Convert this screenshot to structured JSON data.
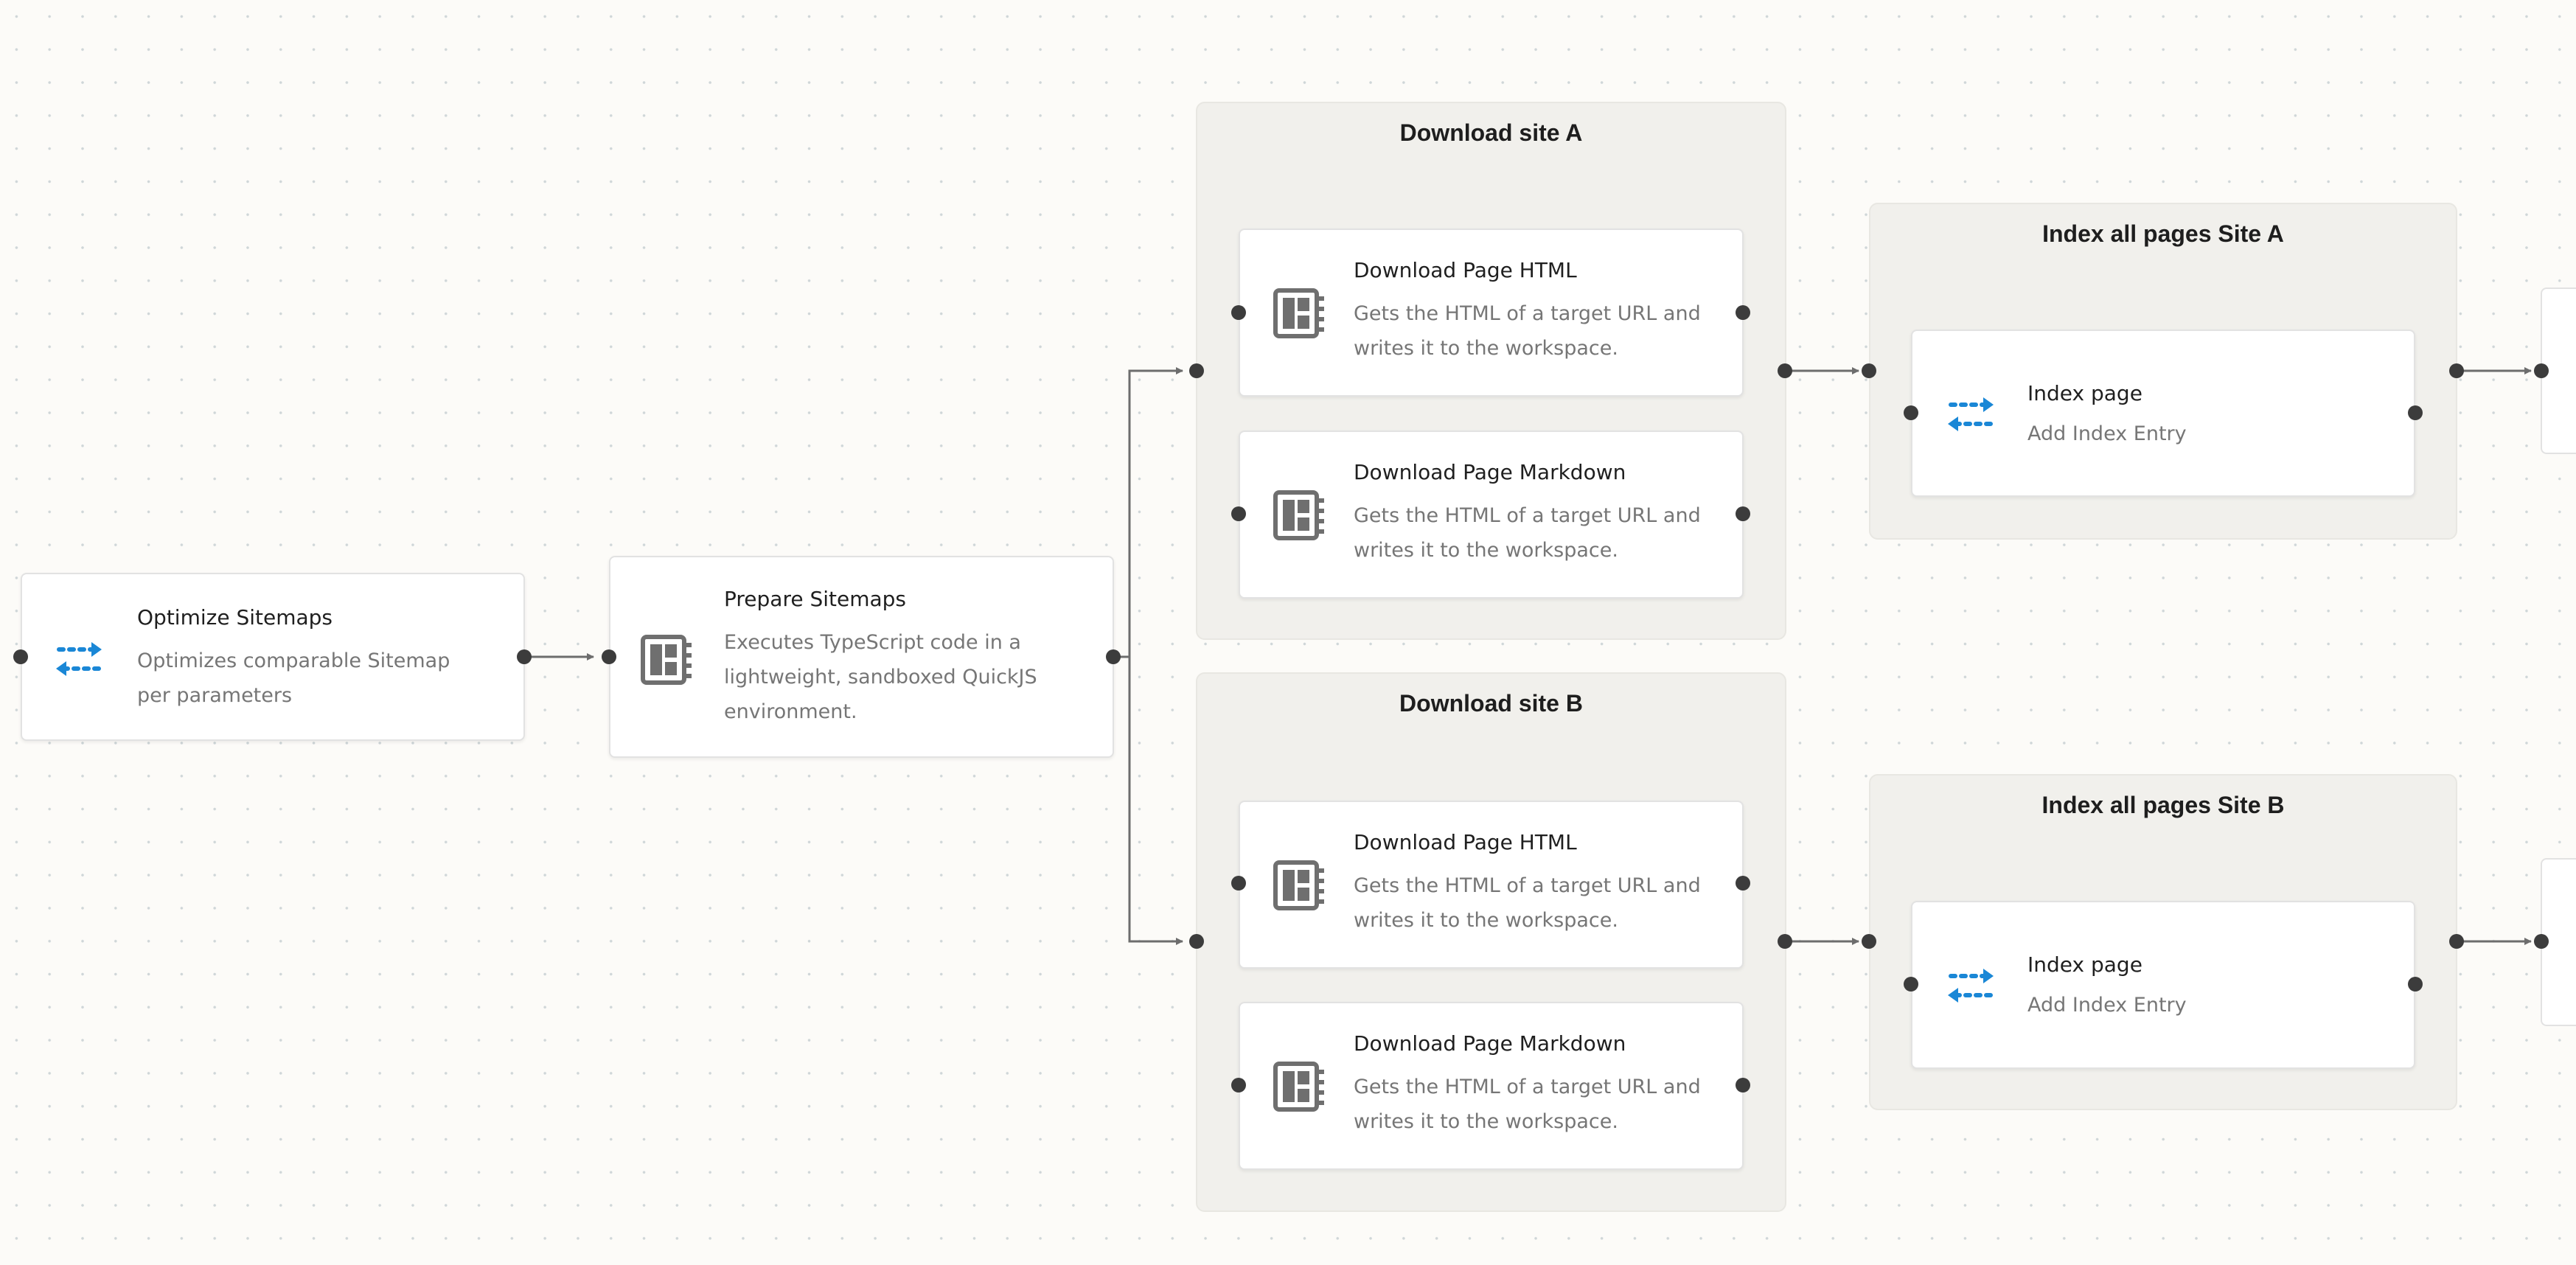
{
  "groups": {
    "download_site_a": {
      "title": "Download site A"
    },
    "download_site_b": {
      "title": "Download site B"
    },
    "index_site_a": {
      "title": "Index all pages Site A"
    },
    "index_site_b": {
      "title": "Index all pages Site B"
    }
  },
  "nodes": {
    "optimize_sitemaps": {
      "title": "Optimize Sitemaps",
      "desc": "Optimizes comparable Sitemap per parameters",
      "icon": "transfer-arrows-icon"
    },
    "prepare_sitemaps": {
      "title": "Prepare Sitemaps",
      "desc": "Executes TypeScript code in a lightweight, sandboxed QuickJS environment.",
      "icon": "code-module-icon"
    },
    "a_html": {
      "title": "Download Page HTML",
      "desc": "Gets the HTML of a target URL and writes it to the workspace.",
      "icon": "code-module-icon"
    },
    "a_markdown": {
      "title": "Download Page Markdown",
      "desc": "Gets the HTML of a target URL and writes it to the workspace.",
      "icon": "code-module-icon"
    },
    "b_html": {
      "title": "Download Page HTML",
      "desc": "Gets the HTML of a target URL and writes it to the workspace.",
      "icon": "code-module-icon"
    },
    "b_markdown": {
      "title": "Download Page Markdown",
      "desc": "Gets the HTML of a target URL and writes it to the workspace.",
      "icon": "code-module-icon"
    },
    "a_index": {
      "title": "Index page",
      "desc": "Add Index Entry",
      "icon": "transfer-arrows-icon"
    },
    "b_index": {
      "title": "Index page",
      "desc": "Add Index Entry",
      "icon": "transfer-arrows-icon"
    }
  },
  "colors": {
    "canvas_background": "#fcfbf8",
    "group_background": "#f1f0ec",
    "node_background": "#ffffff",
    "edge": "#6d6d6d",
    "port": "#3c3c3c",
    "transfer_icon": "#1a87d6",
    "module_icon": "#6f6f6f"
  }
}
